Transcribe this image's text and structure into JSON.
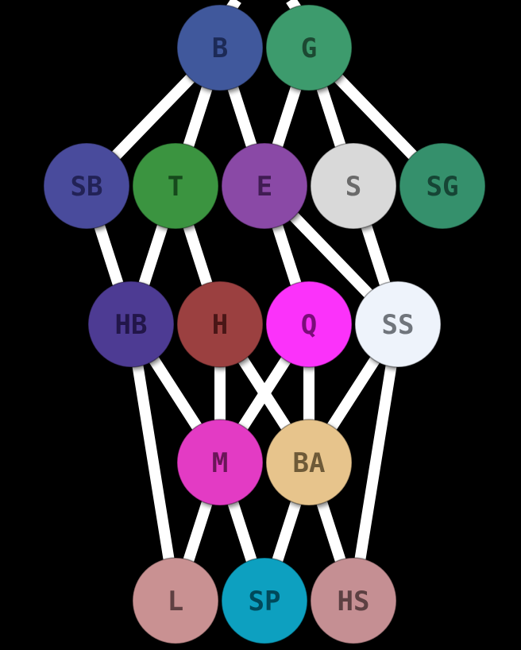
{
  "diagram": {
    "type": "network",
    "nodes": [
      {
        "id": "B",
        "label": "B",
        "color": "#41589c",
        "text_color": "#1e2a57"
      },
      {
        "id": "G",
        "label": "G",
        "color": "#3e9b6d",
        "text_color": "#1b4a33"
      },
      {
        "id": "SB",
        "label": "SB",
        "color": "#4a4c9c",
        "text_color": "#222456"
      },
      {
        "id": "T",
        "label": "T",
        "color": "#3a9440",
        "text_color": "#174a1b"
      },
      {
        "id": "E",
        "label": "E",
        "color": "#8a48a6",
        "text_color": "#3f1a52"
      },
      {
        "id": "S",
        "label": "S",
        "color": "#d9d9d9",
        "text_color": "#6a6a6a"
      },
      {
        "id": "SG",
        "label": "SG",
        "color": "#34906c",
        "text_color": "#164534"
      },
      {
        "id": "HB",
        "label": "HB",
        "color": "#4e3b93",
        "text_color": "#21174a"
      },
      {
        "id": "H",
        "label": "H",
        "color": "#9b4041",
        "text_color": "#4a1718"
      },
      {
        "id": "Q",
        "label": "Q",
        "color": "#fb32fa",
        "text_color": "#7a0e79"
      },
      {
        "id": "SS",
        "label": "SS",
        "color": "#eef3fb",
        "text_color": "#70757c"
      },
      {
        "id": "M",
        "label": "M",
        "color": "#e33bc4",
        "text_color": "#6b1459"
      },
      {
        "id": "BA",
        "label": "BA",
        "color": "#e7c48c",
        "text_color": "#6e5a38"
      },
      {
        "id": "L",
        "label": "L",
        "color": "#c99192",
        "text_color": "#5f4142"
      },
      {
        "id": "SP",
        "label": "SP",
        "color": "#0aa0c0",
        "text_color": "#04495a"
      },
      {
        "id": "HS",
        "label": "HS",
        "color": "#c58f93",
        "text_color": "#5c3f42"
      }
    ],
    "edges": [
      [
        "B",
        "SB"
      ],
      [
        "B",
        "T"
      ],
      [
        "B",
        "E"
      ],
      [
        "G",
        "E"
      ],
      [
        "G",
        "S"
      ],
      [
        "G",
        "SG"
      ],
      [
        "SB",
        "HB"
      ],
      [
        "T",
        "HB"
      ],
      [
        "T",
        "H"
      ],
      [
        "E",
        "Q"
      ],
      [
        "E",
        "SS"
      ],
      [
        "S",
        "SS"
      ],
      [
        "HB",
        "M"
      ],
      [
        "HB",
        "L"
      ],
      [
        "H",
        "M"
      ],
      [
        "H",
        "BA"
      ],
      [
        "Q",
        "M"
      ],
      [
        "Q",
        "BA"
      ],
      [
        "SS",
        "BA"
      ],
      [
        "SS",
        "HS"
      ],
      [
        "M",
        "L"
      ],
      [
        "M",
        "SP"
      ],
      [
        "BA",
        "SP"
      ],
      [
        "BA",
        "HS"
      ]
    ]
  }
}
